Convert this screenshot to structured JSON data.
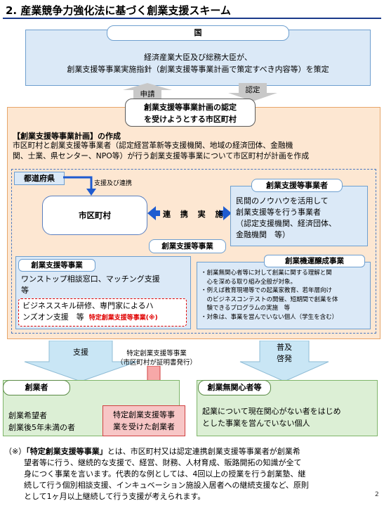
{
  "title": "2. 産業競争力強化法に基づく創業支援スキーム",
  "government": {
    "label": "国",
    "text_line1": "経済産業大臣及び総務大臣が、",
    "text_line2": "創業支援等事業実施指針（創業支援等事業計画で策定すべき内容等）を策定"
  },
  "flows": {
    "apply": "申請",
    "approve": "認定"
  },
  "plan_approval": {
    "line1": "創業支援等事業計画の認定",
    "line2": "を受けようとする市区町村"
  },
  "creation": {
    "heading": "【創業支援等事業計画】の作成",
    "line1": "市区町村と創業支援等事業者（認定経営革新等支援機関、地域の経済団体、金融機",
    "line2": "関、士業、県センター、NPO等）が行う創業支援等事業について市区町村が計画を作成"
  },
  "prefecture": {
    "label": "都道府県",
    "link": "支援及び連携"
  },
  "city": {
    "label": "市区町村"
  },
  "cooperation": {
    "label": "連 携 実 施"
  },
  "business_operator": {
    "label": "創業支援等事業者",
    "line1": "民間のノウハウを活用して",
    "line2": "創業支援等を行う事業者",
    "line3": "（認定支援機関、経済団体、",
    "line4": "金融機関　等）"
  },
  "support_business_center": {
    "label": "創業支援等事業"
  },
  "support_business": {
    "label": "創業支援等事業",
    "line1": "ワンストップ相談窓口、マッチング支援",
    "line2": "等",
    "special_line1": "ビジネススキル研修、専門家によるハ",
    "special_line2": "ンズオン支援　等",
    "special_tag": "特定創業支援等事業(※)"
  },
  "fostering": {
    "label": "創業機運醸成事業",
    "line1": "・創業無関心者等に対して創業に関する理解と関",
    "line2": "　心を深める取り組み全般が対象。",
    "line3": "・例えば教育現場等での起業家教育、若年層向け",
    "line4": "　のビジネスコンテストの開催、短期間で創業を体",
    "line5": "　験できるプログラムの実施　等",
    "line6": "・対象は、事業を営んでいない個人（学生を含む）"
  },
  "arrows": {
    "support": "支援",
    "spread_line1": "普及",
    "spread_line2": "啓発",
    "special_line1": "特定創業支援等事業",
    "special_line2": "（市区町村が証明書発行）"
  },
  "founder": {
    "label": "創業者",
    "line1": "創業希望者",
    "line2": "創業後5年未満の者"
  },
  "special_recipient": {
    "line1": "特定創業支援等事",
    "line2": "業を受けた創業者"
  },
  "uninterested": {
    "label": "創業無関心者等",
    "line1": "起業について現在関心がない者をはじめ",
    "line2": "とした事業を営んでいない個人"
  },
  "footnote": {
    "prefix": "（※）",
    "term": "「特定創業支援等事業」",
    "line1": "とは、市区町村又は認定連携創業支援等事業者が創業希",
    "line2": "望者等に行う、継続的な支援で、経営、財務、人材育成、販路開拓の知識が全て",
    "line3": "身につく事業を言います。代表的な例としては、4回以上の授業を行う創業塾、継",
    "line4": "続して行う個別相談支援、インキュベーション施設入居者への継続支援など、原則",
    "line5": "として1ヶ月以上継続して行う支援が考えられます。"
  },
  "page_number": "2",
  "colors": {
    "blue_fill": "#dbe9f7",
    "orange_fill": "#fde7d2",
    "green_fill": "#dcefd5",
    "red": "#e00000",
    "pink_fill": "#f7c6c6"
  }
}
